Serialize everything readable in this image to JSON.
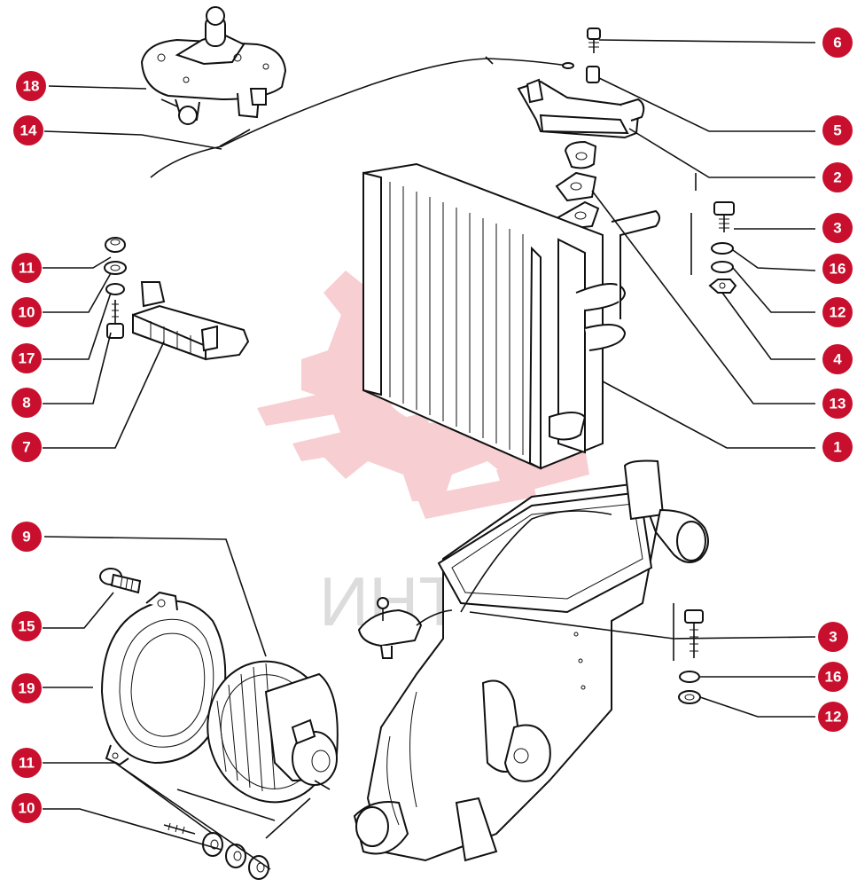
{
  "watermark": {
    "text": "ИНТЕ",
    "color": "#f7c9cd"
  },
  "callouts": {
    "c6": "6",
    "c18": "18",
    "c14": "14",
    "c5": "5",
    "c2": "2",
    "c3a": "3",
    "c16a": "16",
    "c11a": "11",
    "c12a": "12",
    "c10a": "10",
    "c17": "17",
    "c4": "4",
    "c8": "8",
    "c13": "13",
    "c7": "7",
    "c1": "1",
    "c9": "9",
    "c15": "15",
    "c3b": "3",
    "c19": "19",
    "c16b": "16",
    "c12b": "12",
    "c11b": "11",
    "c10b": "10"
  },
  "colors": {
    "badge": "#c8102e",
    "line": "#111111"
  }
}
